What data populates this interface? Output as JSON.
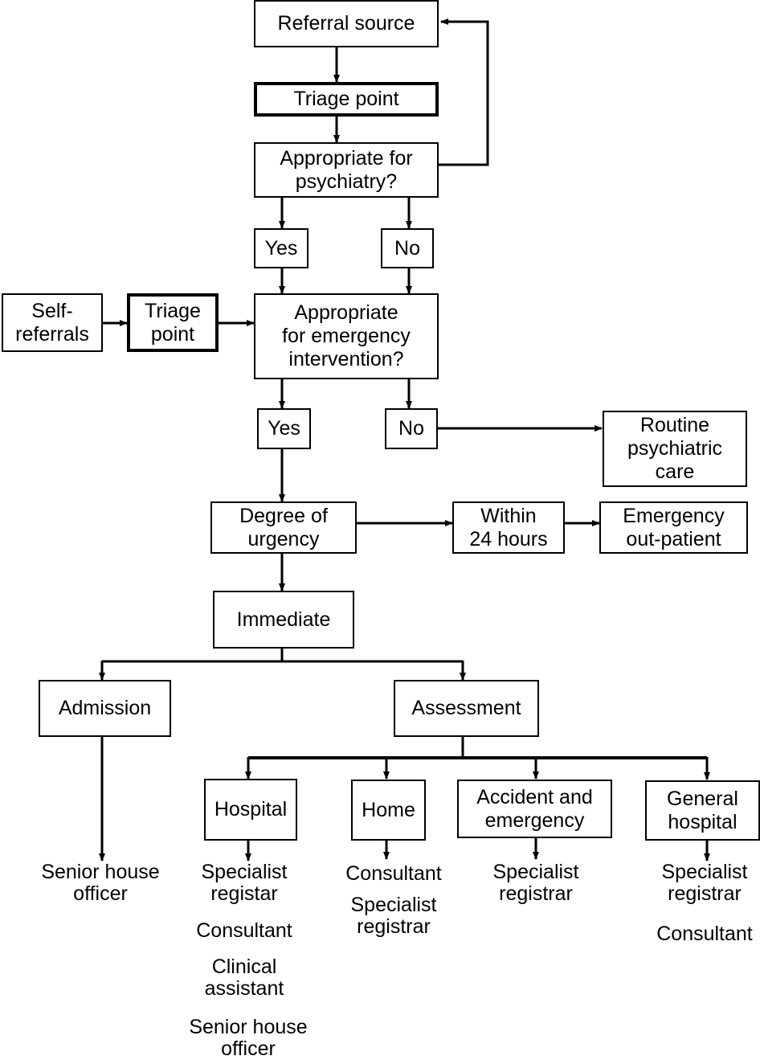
{
  "nodes": {
    "referral_source": "Referral source",
    "triage_point_main": "Triage point",
    "appropriate_psychiatry": "Appropriate for\npsychiatry?",
    "yes_1": "Yes",
    "no_1": "No",
    "self_referrals": "Self-\nreferrals",
    "triage_point_self": "Triage\npoint",
    "appropriate_emergency": "Appropriate\nfor emergency\nintervention?",
    "yes_2": "Yes",
    "no_2": "No",
    "routine_care": "Routine\npsychiatric\ncare",
    "degree_urgency": "Degree of\nurgency",
    "within_24": "Within\n24 hours",
    "emergency_outpatient": "Emergency\nout-patient",
    "immediate": "Immediate",
    "admission": "Admission",
    "assessment": "Assessment",
    "hospital": "Hospital",
    "home": "Home",
    "accident_emergency": "Accident and\nemergency",
    "general_hospital": "General\nhospital"
  },
  "staff": {
    "admission": [
      "Senior house\nofficer"
    ],
    "hospital": [
      "Specialist\nregistar",
      "Consultant",
      "Clinical\nassistant",
      "Senior house\nofficer"
    ],
    "home": [
      "Consultant",
      "Specialist\nregistrar"
    ],
    "accident_emergency": [
      "Specialist\nregistrar"
    ],
    "general_hospital": [
      "Specialist\nregistrar",
      "Consultant"
    ]
  }
}
